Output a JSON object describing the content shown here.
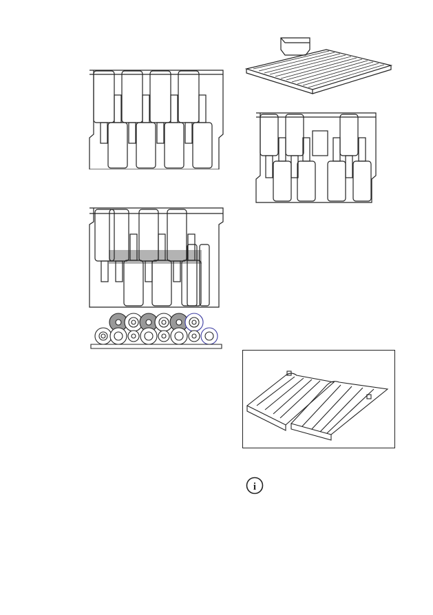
{
  "page": {
    "figures": [
      {
        "id": "fig-top-left",
        "icon": "wine-rack-bottles-alternating-icon"
      },
      {
        "id": "fig-mid-left",
        "icon": "wine-rack-bottles-mixed-icon"
      },
      {
        "id": "fig-bottom-left",
        "icon": "wine-rack-bottle-ends-icon"
      },
      {
        "id": "fig-top-right",
        "icon": "shelf-with-box-icon"
      },
      {
        "id": "fig-right-rack",
        "icon": "wine-rack-with-box-icon"
      },
      {
        "id": "fig-framed",
        "icon": "wavy-shelves-icon"
      }
    ],
    "info": {
      "icon": "info-icon",
      "glyph": "i"
    },
    "colors": {
      "line": "#222222",
      "shade": "#999999",
      "accent": "#3a3aa0"
    }
  }
}
